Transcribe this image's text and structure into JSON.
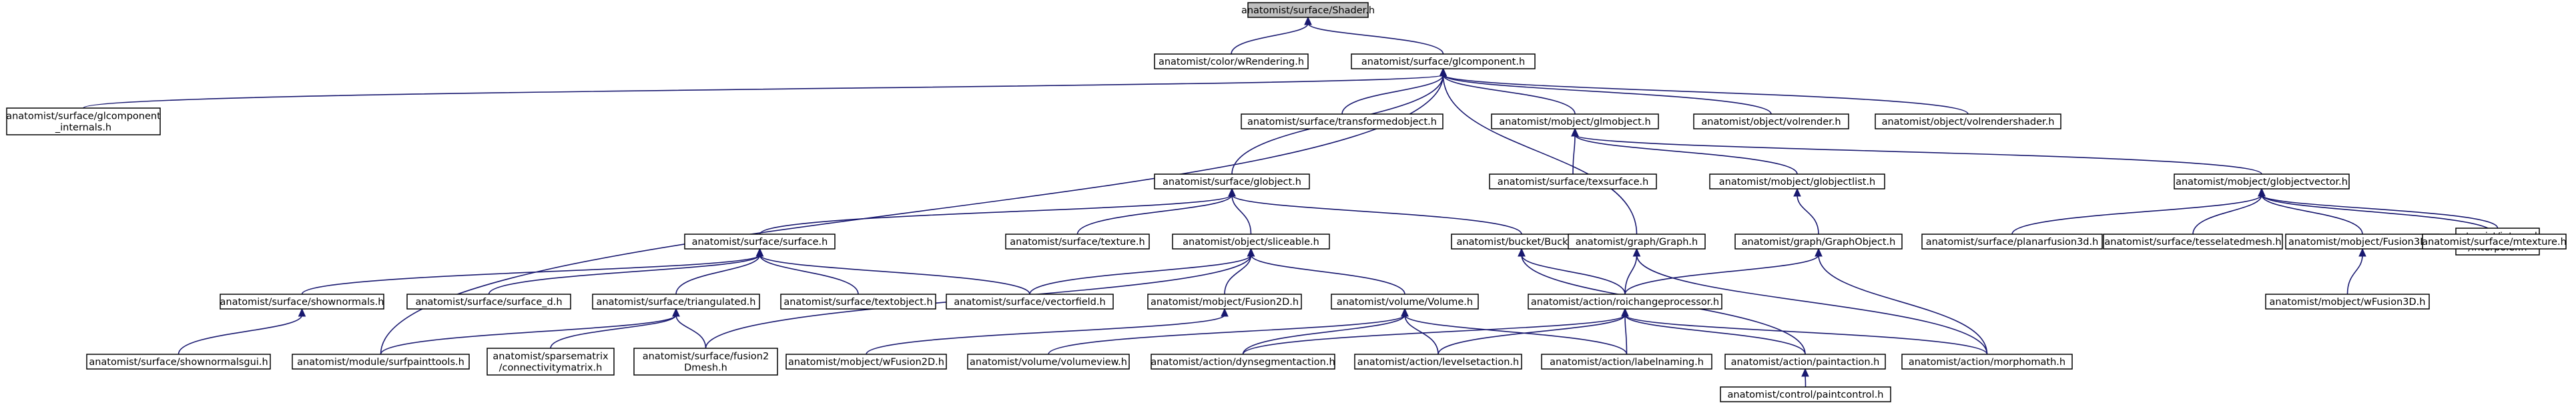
{
  "diagram": {
    "type": "include-dependency-graph",
    "colors": {
      "edge": "#191970",
      "node_border": "#000000",
      "root_fill": "#bfbfbf",
      "node_fill": "#ffffff"
    },
    "nodes": [
      {
        "id": "shader",
        "label": [
          "anatomist/surface/Shader.h"
        ],
        "root": true
      },
      {
        "id": "colorwrendering",
        "label": [
          "anatomist/color/wRendering.h"
        ]
      },
      {
        "id": "glcomponent",
        "label": [
          "anatomist/surface/glcomponent.h"
        ]
      },
      {
        "id": "glcomponent_internals",
        "label": [
          "anatomist/surface/glcomponent",
          "_internals.h"
        ]
      },
      {
        "id": "transformedobject",
        "label": [
          "anatomist/surface/transformedobject.h"
        ]
      },
      {
        "id": "glmobject",
        "label": [
          "anatomist/mobject/glmobject.h"
        ]
      },
      {
        "id": "volrender",
        "label": [
          "anatomist/object/volrender.h"
        ]
      },
      {
        "id": "volrendershader",
        "label": [
          "anatomist/object/volrendershader.h"
        ]
      },
      {
        "id": "globject",
        "label": [
          "anatomist/surface/globject.h"
        ]
      },
      {
        "id": "texsurface",
        "label": [
          "anatomist/surface/texsurface.h"
        ]
      },
      {
        "id": "globjectlist",
        "label": [
          "anatomist/mobject/globjectlist.h"
        ]
      },
      {
        "id": "globjectvector",
        "label": [
          "anatomist/mobject/globjectvector.h"
        ]
      },
      {
        "id": "surface",
        "label": [
          "anatomist/surface/surface.h"
        ]
      },
      {
        "id": "texture",
        "label": [
          "anatomist/surface/texture.h"
        ]
      },
      {
        "id": "sliceable",
        "label": [
          "anatomist/object/sliceable.h"
        ]
      },
      {
        "id": "bucket",
        "label": [
          "anatomist/bucket/Bucket.h"
        ]
      },
      {
        "id": "graph",
        "label": [
          "anatomist/graph/Graph.h"
        ]
      },
      {
        "id": "graphobject",
        "label": [
          "anatomist/graph/GraphObject.h"
        ]
      },
      {
        "id": "planarfusion3d",
        "label": [
          "anatomist/surface/planarfusion3d.h"
        ]
      },
      {
        "id": "tesselatedmesh",
        "label": [
          "anatomist/surface/tesselatedmesh.h"
        ]
      },
      {
        "id": "fusion3d",
        "label": [
          "anatomist/mobject/Fusion3D.h"
        ]
      },
      {
        "id": "interpoler",
        "label": [
          "anatomist/interpoler",
          "/interpoler.h"
        ]
      },
      {
        "id": "mtexture",
        "label": [
          "anatomist/surface/mtexture.h"
        ]
      },
      {
        "id": "shownormals",
        "label": [
          "anatomist/surface/shownormals.h"
        ]
      },
      {
        "id": "surface_d",
        "label": [
          "anatomist/surface/surface_d.h"
        ]
      },
      {
        "id": "triangulated",
        "label": [
          "anatomist/surface/triangulated.h"
        ]
      },
      {
        "id": "textobject",
        "label": [
          "anatomist/surface/textobject.h"
        ]
      },
      {
        "id": "vectorfield",
        "label": [
          "anatomist/surface/vectorfield.h"
        ]
      },
      {
        "id": "fusion2d",
        "label": [
          "anatomist/mobject/Fusion2D.h"
        ]
      },
      {
        "id": "volume",
        "label": [
          "anatomist/volume/Volume.h"
        ]
      },
      {
        "id": "roichangeprocessor",
        "label": [
          "anatomist/action/roichangeprocessor.h"
        ]
      },
      {
        "id": "wfusion3d",
        "label": [
          "anatomist/mobject/wFusion3D.h"
        ]
      },
      {
        "id": "shownormalsgui",
        "label": [
          "anatomist/surface/shownormalsgui.h"
        ]
      },
      {
        "id": "surfpainttools",
        "label": [
          "anatomist/module/surfpainttools.h"
        ]
      },
      {
        "id": "sparsematrix",
        "label": [
          "anatomist/sparsematrix",
          "/connectivitymatrix.h"
        ]
      },
      {
        "id": "fusion2dmesh",
        "label": [
          "anatomist/surface/fusion2",
          "Dmesh.h"
        ]
      },
      {
        "id": "wfusion2d",
        "label": [
          "anatomist/mobject/wFusion2D.h"
        ]
      },
      {
        "id": "volumeview",
        "label": [
          "anatomist/volume/volumeview.h"
        ]
      },
      {
        "id": "dynsegmentaction",
        "label": [
          "anatomist/action/dynsegmentaction.h"
        ]
      },
      {
        "id": "levelsetaction",
        "label": [
          "anatomist/action/levelsetaction.h"
        ]
      },
      {
        "id": "labelnaming",
        "label": [
          "anatomist/action/labelnaming.h"
        ]
      },
      {
        "id": "paintaction",
        "label": [
          "anatomist/action/paintaction.h"
        ]
      },
      {
        "id": "morphomath",
        "label": [
          "anatomist/action/morphomath.h"
        ]
      },
      {
        "id": "paintcontrol",
        "label": [
          "anatomist/control/paintcontrol.h"
        ]
      }
    ],
    "edges": [
      [
        "shader",
        "colorwrendering"
      ],
      [
        "shader",
        "glcomponent"
      ],
      [
        "glcomponent",
        "glcomponent_internals"
      ],
      [
        "glcomponent",
        "transformedobject"
      ],
      [
        "glcomponent",
        "glmobject"
      ],
      [
        "glcomponent",
        "volrender"
      ],
      [
        "glcomponent",
        "volrendershader"
      ],
      [
        "glcomponent",
        "globject"
      ],
      [
        "glcomponent",
        "graph"
      ],
      [
        "glcomponent",
        "surfpainttools"
      ],
      [
        "glmobject",
        "texsurface"
      ],
      [
        "glmobject",
        "globjectlist"
      ],
      [
        "glmobject",
        "globjectvector"
      ],
      [
        "globjectlist",
        "graphobject"
      ],
      [
        "globjectvector",
        "planarfusion3d"
      ],
      [
        "globjectvector",
        "tesselatedmesh"
      ],
      [
        "globjectvector",
        "fusion3d"
      ],
      [
        "globjectvector",
        "interpoler"
      ],
      [
        "globjectvector",
        "mtexture"
      ],
      [
        "fusion3d",
        "wfusion3d"
      ],
      [
        "globject",
        "surface"
      ],
      [
        "globject",
        "texture"
      ],
      [
        "globject",
        "sliceable"
      ],
      [
        "globject",
        "bucket"
      ],
      [
        "surface",
        "shownormals"
      ],
      [
        "surface",
        "surface_d"
      ],
      [
        "surface",
        "triangulated"
      ],
      [
        "surface",
        "textobject"
      ],
      [
        "surface",
        "vectorfield"
      ],
      [
        "shownormals",
        "shownormalsgui"
      ],
      [
        "triangulated",
        "surfpainttools"
      ],
      [
        "triangulated",
        "sparsematrix"
      ],
      [
        "triangulated",
        "fusion2dmesh"
      ],
      [
        "sliceable",
        "vectorfield"
      ],
      [
        "sliceable",
        "fusion2d"
      ],
      [
        "sliceable",
        "volume"
      ],
      [
        "sliceable",
        "fusion2dmesh"
      ],
      [
        "fusion2d",
        "wfusion2d"
      ],
      [
        "bucket",
        "roichangeprocessor"
      ],
      [
        "bucket",
        "paintaction"
      ],
      [
        "graph",
        "roichangeprocessor"
      ],
      [
        "graph",
        "morphomath"
      ],
      [
        "graphobject",
        "roichangeprocessor"
      ],
      [
        "graphobject",
        "morphomath"
      ],
      [
        "volume",
        "volumeview"
      ],
      [
        "volume",
        "dynsegmentaction"
      ],
      [
        "volume",
        "levelsetaction"
      ],
      [
        "volume",
        "labelnaming"
      ],
      [
        "roichangeprocessor",
        "levelsetaction"
      ],
      [
        "roichangeprocessor",
        "labelnaming"
      ],
      [
        "roichangeprocessor",
        "paintaction"
      ],
      [
        "roichangeprocessor",
        "morphomath"
      ],
      [
        "roichangeprocessor",
        "dynsegmentaction"
      ],
      [
        "paintaction",
        "paintcontrol"
      ]
    ]
  }
}
